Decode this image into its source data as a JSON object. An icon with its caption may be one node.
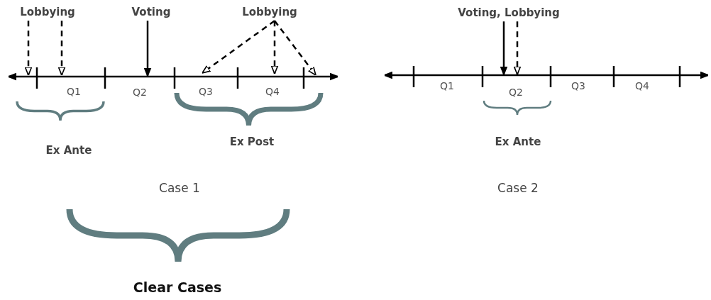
{
  "diagram": {
    "nodes": [
      {
        "text": [
          "Lobbying"
        ]
      },
      {
        "text": [
          "Voting"
        ]
      },
      {
        "text": [
          "Lobbying"
        ]
      },
      {
        "text": [
          "Voting, Lobbying"
        ]
      }
    ],
    "edges": [
      {
        "from": 0,
        "to": null,
        "arrow": "to",
        "style": "dashed"
      },
      {
        "from": 0,
        "to": null,
        "arrow": "to",
        "style": "dashed"
      },
      {
        "from": 1,
        "to": null,
        "arrow": "to"
      },
      {
        "from": 2,
        "to": null,
        "arrow": "to",
        "style": "dashed"
      },
      {
        "from": 2,
        "to": null,
        "arrow": "to",
        "style": "dashed"
      },
      {
        "from": 2,
        "to": null,
        "arrow": "to",
        "style": "dashed"
      },
      {
        "from": 3,
        "to": null,
        "arrow": "to"
      },
      {
        "from": 3,
        "to": null,
        "arrow": "to",
        "style": "dashed"
      }
    ],
    "labels": [
      "Q1",
      "Q2",
      "Q3",
      "Q4",
      "Ex Ante",
      "Ex Post",
      "Case 1",
      "Clear Cases",
      "Q1",
      "Q2",
      "Q3",
      "Q4",
      "Ex Ante",
      "Case 2"
    ]
  }
}
